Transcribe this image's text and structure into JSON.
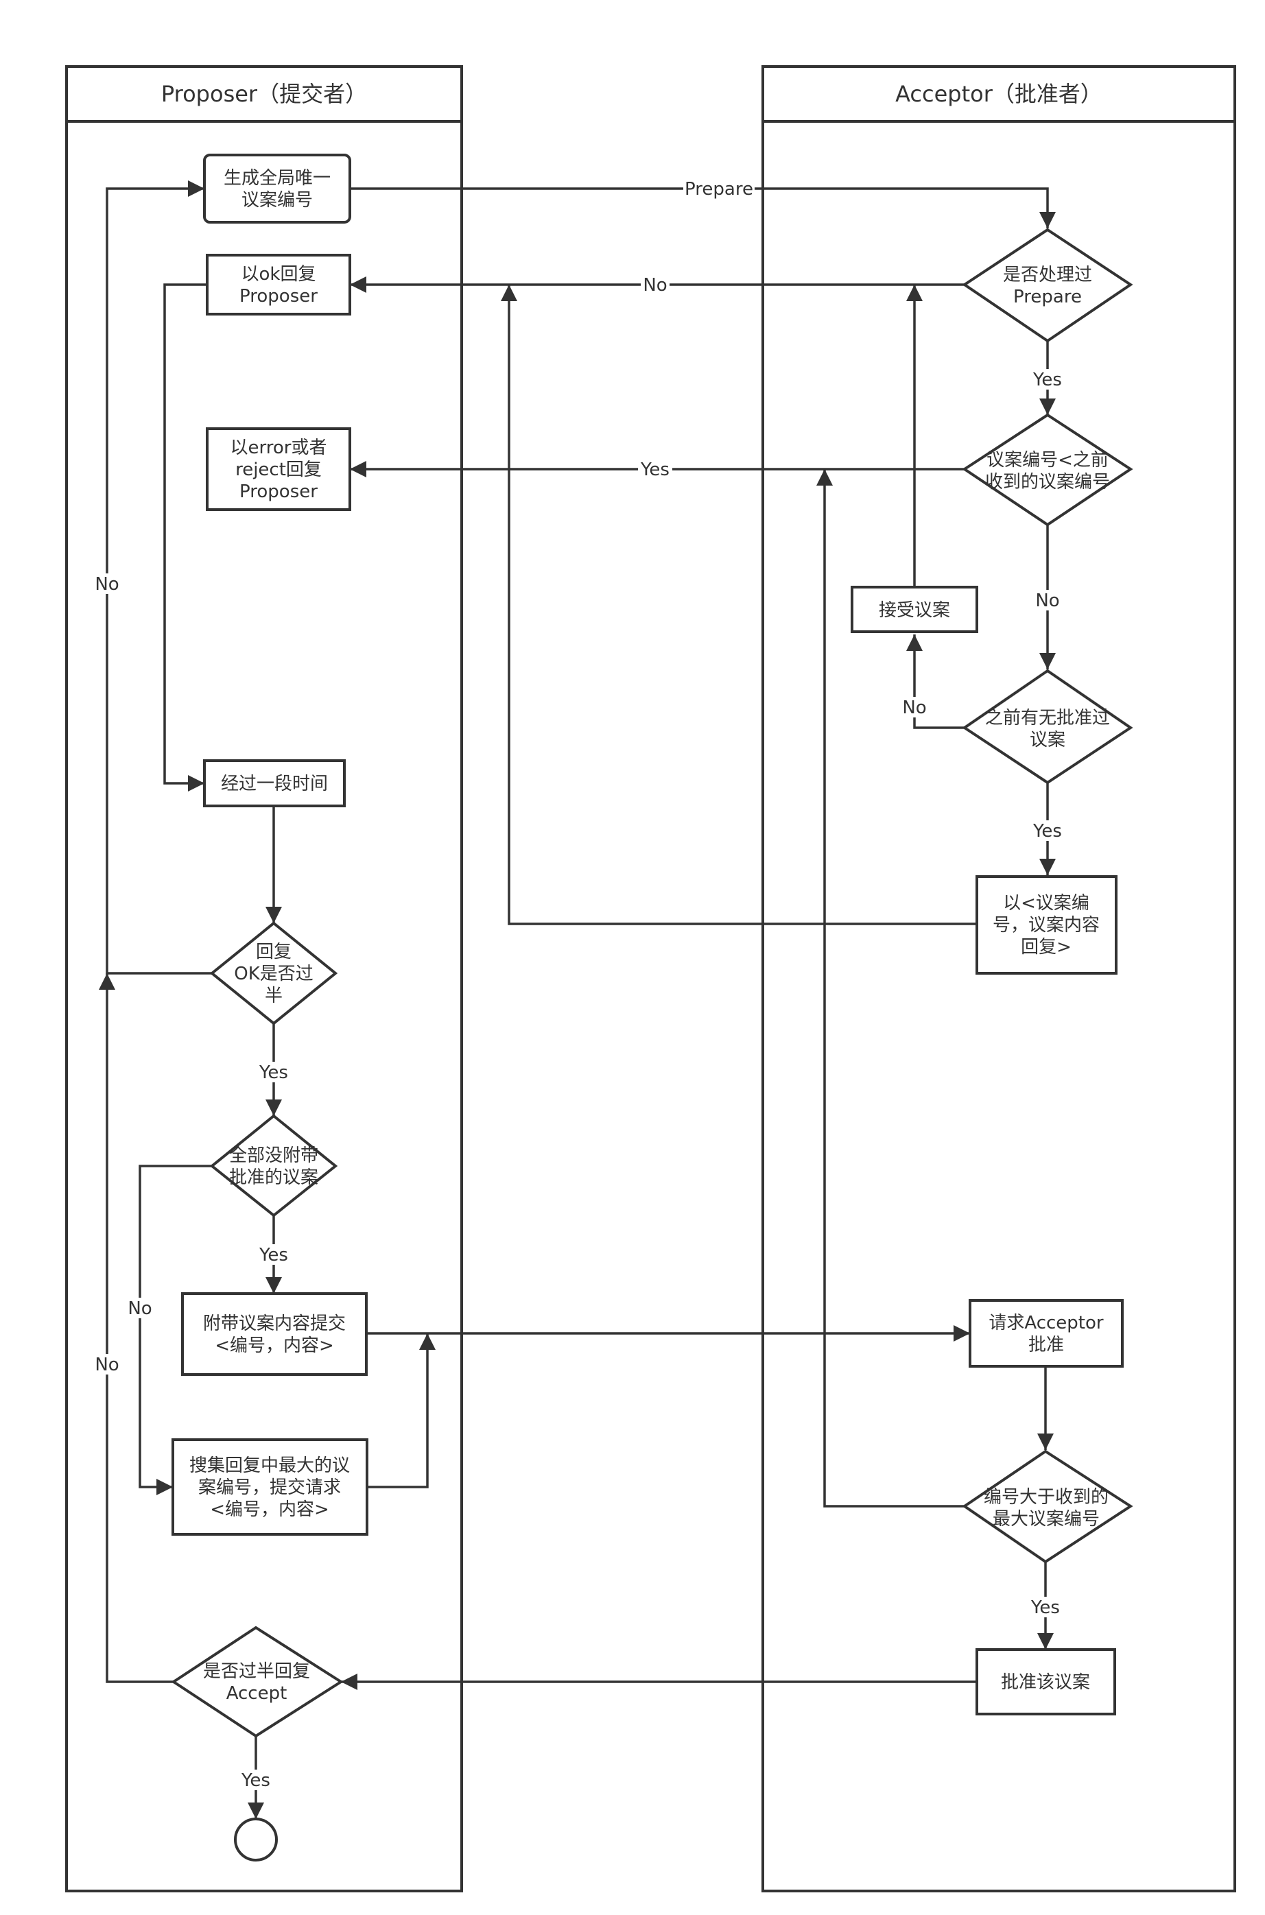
{
  "lanes": {
    "proposer": "Proposer（提交者）",
    "acceptor": "Acceptor（批准者）"
  },
  "nodes": {
    "gen_id": [
      "生成全局唯一",
      "议案编号"
    ],
    "reply_ok": [
      "以ok回复",
      "Proposer"
    ],
    "reply_error": [
      "以error或者",
      "reject回复",
      "Proposer"
    ],
    "wait": [
      "经过一段时间"
    ],
    "ok_majority": [
      "回复",
      "OK是否过",
      "半"
    ],
    "none_attached": [
      "全部没附带",
      "批准的议案"
    ],
    "submit_attached": [
      "附带议案内容提交",
      "<编号，内容>"
    ],
    "collect_max": [
      "搜集回复中最大的议",
      "案编号，提交请求",
      "<编号，内容>"
    ],
    "majority_accept": [
      "是否过半回复",
      "Accept"
    ],
    "processed_prepare": [
      "是否处理过",
      "Prepare"
    ],
    "id_less": [
      "议案编号<之前",
      "收到的议案编号"
    ],
    "accept_proposal": [
      "接受议案"
    ],
    "approved_before": [
      "之前有无批准过",
      "议案"
    ],
    "reply_id_content": [
      "以<议案编",
      "号，议案内容",
      "回复>"
    ],
    "request_approval": [
      "请求Acceptor",
      "批准"
    ],
    "id_greater": [
      "编号大于收到的",
      "最大议案编号"
    ],
    "approve": [
      "批准该议案"
    ]
  },
  "edge_labels": {
    "prepare": "Prepare",
    "no": "No",
    "yes": "Yes"
  }
}
